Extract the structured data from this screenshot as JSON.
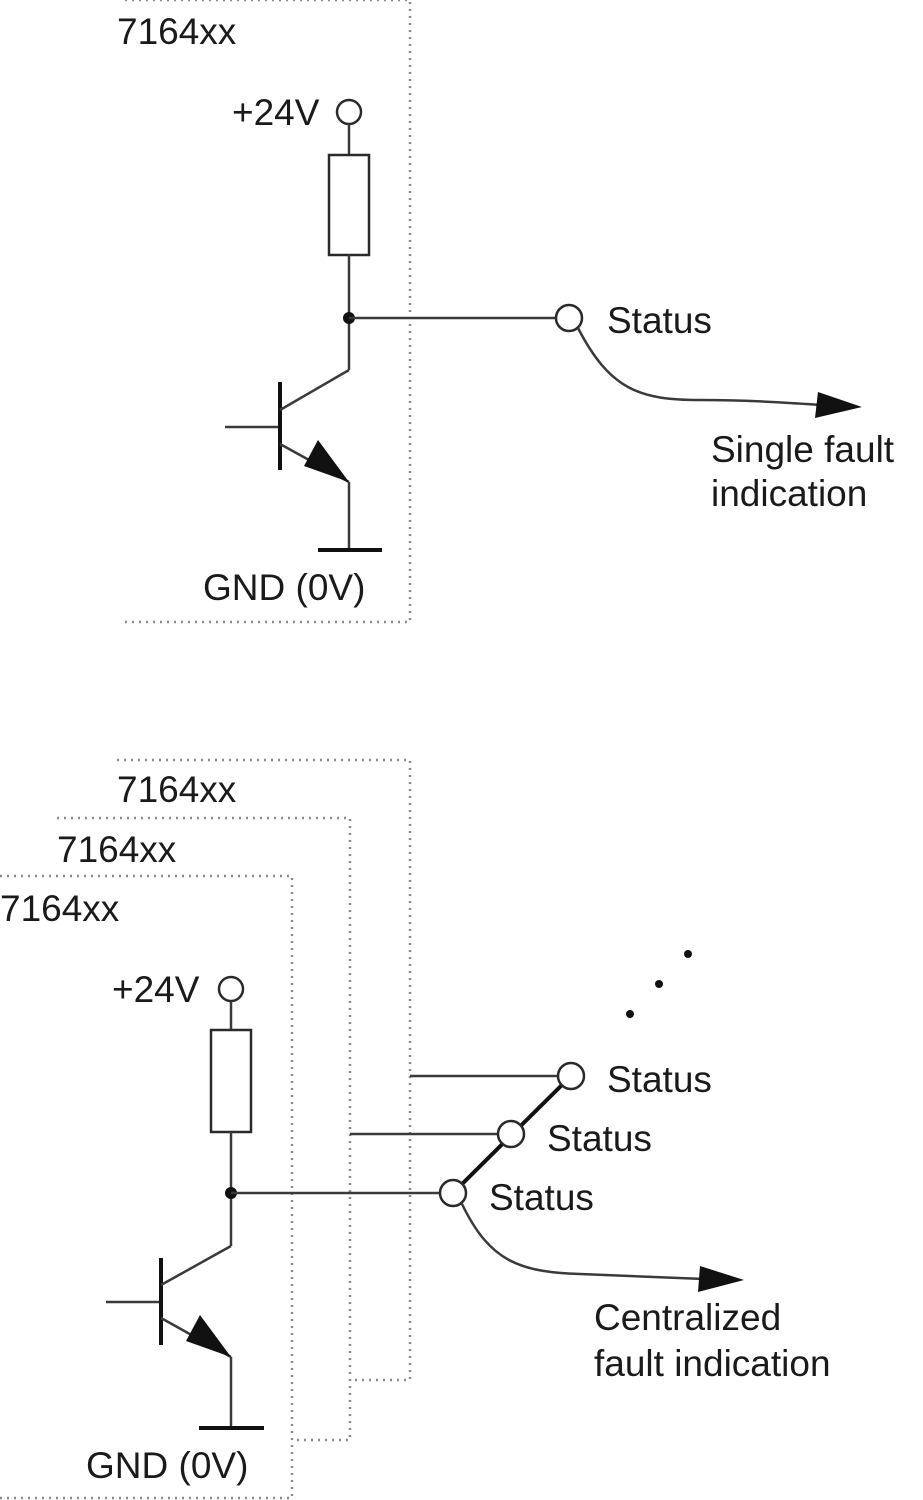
{
  "top": {
    "module_label": "7164xx",
    "supply_label": "+24V",
    "status_label": "Status",
    "ground_label": "GND (0V)",
    "indication": [
      "Single fault",
      "indication"
    ]
  },
  "bottom": {
    "module_labels": [
      "7164xx",
      "7164xx",
      "7164xx"
    ],
    "supply_label": "+24V",
    "status_labels": [
      "Status",
      "Status",
      "Status"
    ],
    "ground_label": "GND (0V)",
    "indication": [
      "Centralized",
      "fault indication"
    ]
  }
}
